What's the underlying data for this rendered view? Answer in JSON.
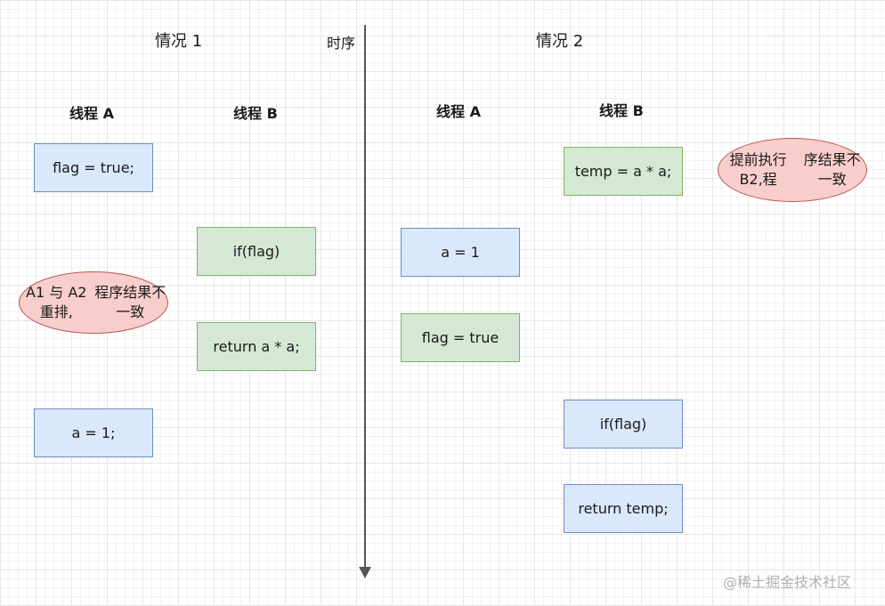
{
  "case1": {
    "title": "情况 1",
    "thread_a": "线程 A",
    "thread_b": "线程 B",
    "a_steps": [
      "flag = true;",
      "a = 1;"
    ],
    "b_steps": [
      "if(flag)",
      "return a * a;"
    ],
    "note": [
      "A1 与 A2 重排,",
      "程序结果不一致"
    ]
  },
  "timeline": {
    "label": "时序"
  },
  "case2": {
    "title": "情况 2",
    "thread_a": "线程 A",
    "thread_b": "线程 B",
    "a_steps": [
      "a = 1",
      "flag = true"
    ],
    "b_steps": [
      "temp = a * a;",
      "if(flag)",
      "return temp;"
    ],
    "note": [
      "提前执行 B2,程",
      "序结果不一致"
    ]
  },
  "watermark": "@稀土掘金技术社区",
  "colors": {
    "blue_fill": "#dae8fc",
    "blue_border": "#6c8ebf",
    "green_fill": "#d5e8d4",
    "green_border": "#82b366",
    "note_fill": "#f8cecc",
    "note_border": "#b85450"
  }
}
